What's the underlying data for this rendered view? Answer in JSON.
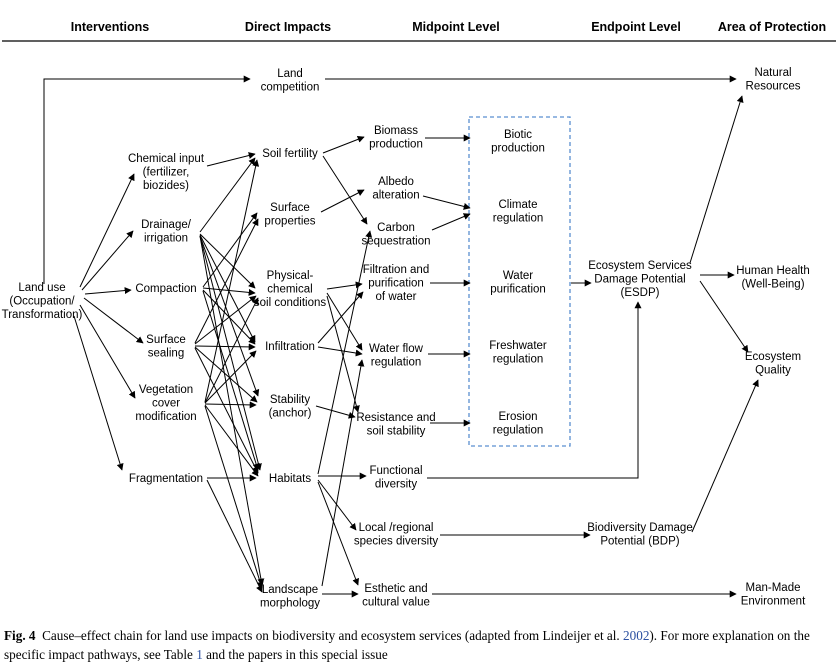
{
  "figure": {
    "headers": {
      "interventions": "Interventions",
      "direct_impacts": "Direct Impacts",
      "midpoint_level": "Midpoint Level",
      "endpoint_level": "Endpoint Level",
      "area_of_protection": "Area of Protection"
    },
    "nodes": {
      "land_use": [
        "Land use",
        "(Occupation/",
        "Transformation)"
      ],
      "chemical_input": [
        "Chemical input",
        "(fertilizer,",
        "biozides)"
      ],
      "drainage": [
        "Drainage/",
        "irrigation"
      ],
      "compaction": [
        "Compaction"
      ],
      "surface_sealing": [
        "Surface",
        "sealing"
      ],
      "vegetation_cover": [
        "Vegetation",
        "cover",
        "modification"
      ],
      "fragmentation": [
        "Fragmentation"
      ],
      "land_competition": [
        "Land",
        "competition"
      ],
      "soil_fertility": [
        "Soil fertility"
      ],
      "surface_properties": [
        "Surface",
        "properties"
      ],
      "physical_chemical": [
        "Physical-",
        "chemical",
        "soil conditions"
      ],
      "infiltration": [
        "Infiltration"
      ],
      "stability": [
        "Stability",
        "(anchor)"
      ],
      "habitats": [
        "Habitats"
      ],
      "landscape_morphology": [
        "Landscape",
        "morphology"
      ],
      "biomass_production": [
        "Biomass",
        "production"
      ],
      "albedo_alteration": [
        "Albedo",
        "alteration"
      ],
      "carbon_sequestration": [
        "Carbon",
        "sequestration"
      ],
      "filtration": [
        "Filtration and",
        "purification",
        "of water"
      ],
      "water_flow_regulation": [
        "Water flow",
        "regulation"
      ],
      "resistance_soil_stability": [
        "Resistance and",
        "soil stability"
      ],
      "functional_diversity": [
        "Functional",
        "diversity"
      ],
      "species_diversity": [
        "Local /regional",
        "species diversity"
      ],
      "esthetic_value": [
        "Esthetic and",
        "cultural value"
      ],
      "biotic_production": [
        "Biotic",
        "production"
      ],
      "climate_regulation": [
        "Climate",
        "regulation"
      ],
      "water_purification": [
        "Water",
        "purification"
      ],
      "freshwater_regulation": [
        "Freshwater",
        "regulation"
      ],
      "erosion_regulation": [
        "Erosion",
        "regulation"
      ],
      "esdp": [
        "Ecosystem Services",
        "Damage Potential",
        "(ESDP)"
      ],
      "bdp": [
        "Biodiversity Damage",
        "Potential (BDP)"
      ],
      "natural_resources": [
        "Natural",
        "Resources"
      ],
      "human_health": [
        "Human Health",
        "(Well-Being)"
      ],
      "ecosystem_quality": [
        "Ecosystem",
        "Quality"
      ],
      "man_made_environment": [
        "Man-Made",
        "Environment"
      ]
    },
    "colors": {
      "box_border": "#5a8fd0",
      "link": "#2a4fa0"
    }
  },
  "caption": {
    "label": "Fig. 4",
    "text_before": "Cause–effect chain for land use impacts on biodiversity and ecosystem services (adapted from Lindeijer et al. ",
    "year_link": "2002",
    "text_middle": "). For more explanation on the specific impact pathways, see Table ",
    "table_link": "1",
    "text_after": " and the papers in this special issue"
  }
}
